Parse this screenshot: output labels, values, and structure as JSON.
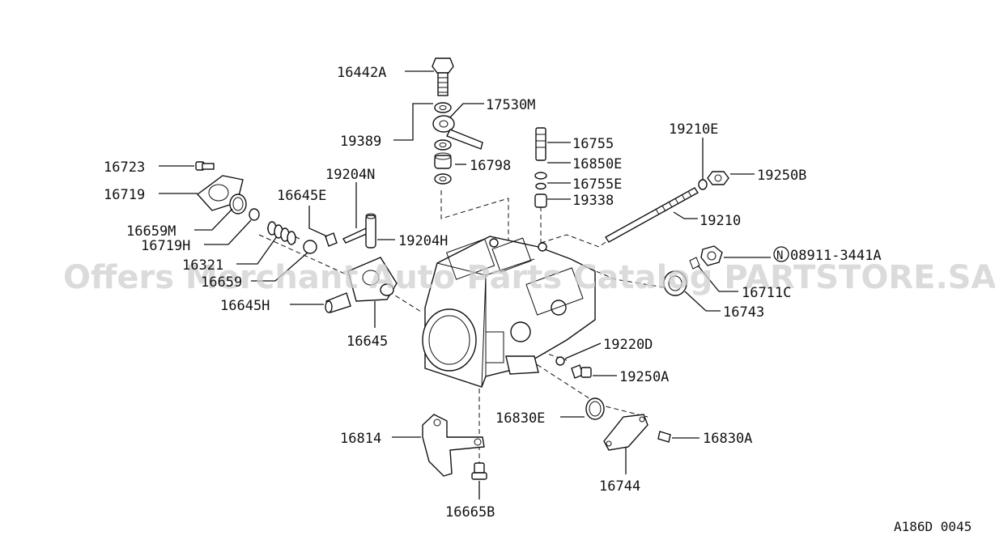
{
  "watermark": "Offers Merchant Auto Parts Catalog PARTSTORE.SA",
  "diagram_code": "A186D 0045",
  "nut_symbol": "N",
  "parts": {
    "p16442A": "16442A",
    "p17530M": "17530M",
    "p19389": "19389",
    "p16798": "16798",
    "p16755": "16755",
    "p16850E": "16850E",
    "p16755E": "16755E",
    "p19338": "19338",
    "p19210E": "19210E",
    "p19250B": "19250B",
    "p19210": "19210",
    "p16723": "16723",
    "p16719": "16719",
    "p16659M": "16659M",
    "p16719H": "16719H",
    "p16321": "16321",
    "p16659": "16659",
    "p16645E": "16645E",
    "p19204N": "19204N",
    "p19204H": "19204H",
    "p16645H": "16645H",
    "p16645": "16645",
    "p08911": "08911-3441A",
    "p16711C": "16711C",
    "p16743": "16743",
    "p19220D": "19220D",
    "p19250A": "19250A",
    "p16830E": "16830E",
    "p16830A": "16830A",
    "p16814": "16814",
    "p16744": "16744",
    "p16665B": "16665B"
  }
}
